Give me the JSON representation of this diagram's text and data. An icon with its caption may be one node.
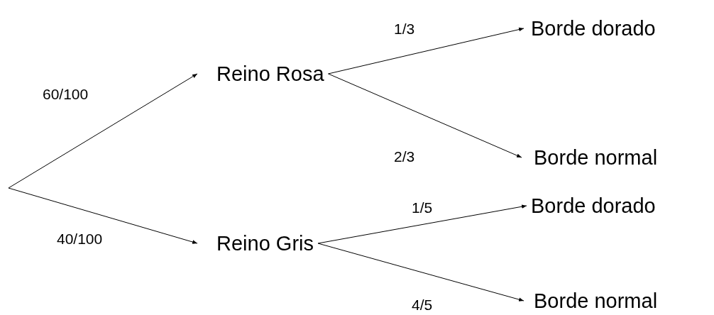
{
  "diagram": {
    "nodes": [
      {
        "text": [
          "Reino Rosa"
        ]
      },
      {
        "text": [
          "Reino Gris"
        ]
      },
      {
        "text": [
          "Borde dorado"
        ]
      },
      {
        "text": [
          "Borde normal"
        ]
      },
      {
        "text": [
          "Borde dorado"
        ]
      },
      {
        "text": [
          "Borde normal"
        ]
      }
    ],
    "edges": [
      {
        "from": null,
        "to": 0,
        "arrow": "to",
        "label": "60/100"
      },
      {
        "from": null,
        "to": 1,
        "arrow": "to",
        "label": "40/100"
      },
      {
        "from": 0,
        "to": 2,
        "arrow": "to",
        "label": "1/3"
      },
      {
        "from": 0,
        "to": 3,
        "arrow": "to",
        "label": "2/3"
      },
      {
        "from": 1,
        "to": 4,
        "arrow": "to",
        "label": "1/5"
      },
      {
        "from": 1,
        "to": 5,
        "arrow": "to",
        "label": "4/5"
      }
    ]
  }
}
